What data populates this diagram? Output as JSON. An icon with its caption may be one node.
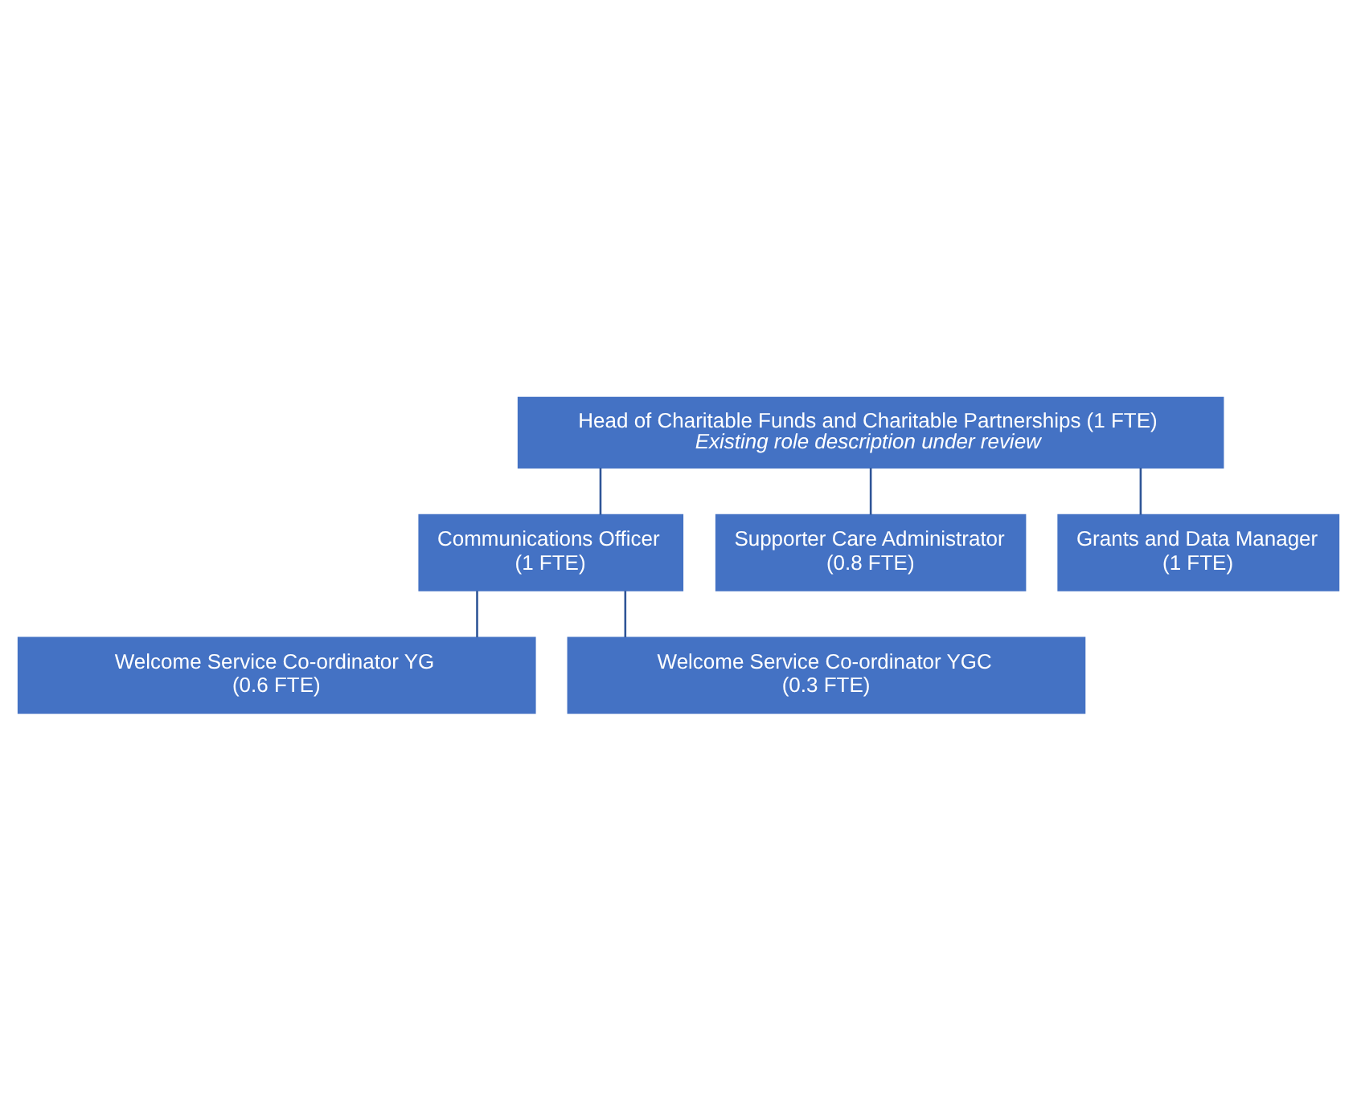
{
  "diagram": {
    "nodes": [
      {
        "text": [
          "Head of Charitable Funds and Charitable Partnerships (1 FTE)",
          "Existing role description under review"
        ]
      },
      {
        "text": [
          "Communications Officer",
          "(1 FTE)"
        ]
      },
      {
        "text": [
          "Supporter Care Administrator",
          "(0.8 FTE)"
        ]
      },
      {
        "text": [
          "Grants and Data Manager",
          "(1 FTE)"
        ]
      },
      {
        "text": [
          "Welcome Service Co-ordinator YG",
          "(0.6 FTE)"
        ]
      },
      {
        "text": [
          "Welcome Service Co-ordinator YGC",
          "(0.3 FTE)"
        ]
      }
    ],
    "edges": [
      {
        "from": 0,
        "to": 1,
        "arrow": "none"
      },
      {
        "from": 0,
        "to": 2,
        "arrow": "none"
      },
      {
        "from": 0,
        "to": 3,
        "arrow": "none"
      },
      {
        "from": 1,
        "to": 4,
        "arrow": "none"
      },
      {
        "from": 1,
        "to": 5,
        "arrow": "none"
      }
    ]
  }
}
